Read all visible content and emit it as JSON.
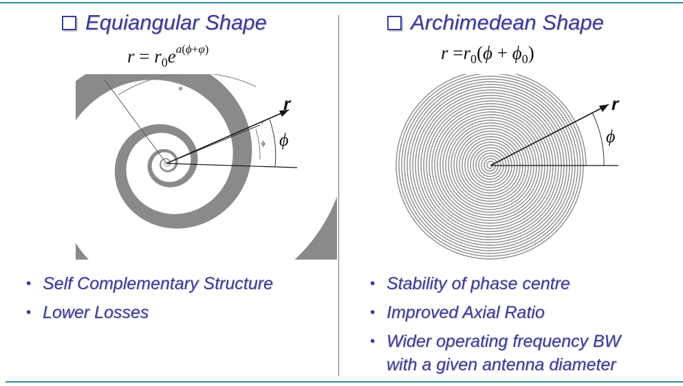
{
  "colors": {
    "heading": "#3a3a98",
    "rule": "#2e8a91",
    "spiral": "#8a8a8a",
    "ink": "#111111"
  },
  "icons": [
    "checkbox-icon",
    "bullet-dot"
  ],
  "left": {
    "heading": "Equiangular Shape",
    "formula": {
      "lhs": "r",
      "eq": "=",
      "r": "r",
      "r_sub": "0",
      "e": "e",
      "exp_a": "a",
      "exp_open": "(",
      "exp_phi": "ϕ",
      "exp_plus": "+",
      "exp_varphi": "φ",
      "exp_close": ")"
    },
    "diagram": {
      "r_label": "r",
      "phi_label": "ϕ",
      "inner_phi": "ϕ",
      "inner_r": "r",
      "top_label": "φ"
    },
    "bullets": [
      "Self Complementary Structure",
      "Lower Losses"
    ]
  },
  "right": {
    "heading": "Archimedean Shape",
    "formula": {
      "lhs": "r",
      "eq": "=",
      "r": "r",
      "r_sub": "0",
      "open": "(",
      "phi": "ϕ",
      "plus": "+",
      "phi0": "ϕ",
      "phi0_sub": "0",
      "close": ")"
    },
    "diagram": {
      "r_label": "r",
      "phi_label": "ϕ"
    },
    "bullets": [
      "Stability of phase centre",
      "Improved Axial Ratio",
      "Wider operating frequency BW",
      "with a given antenna diameter"
    ]
  }
}
